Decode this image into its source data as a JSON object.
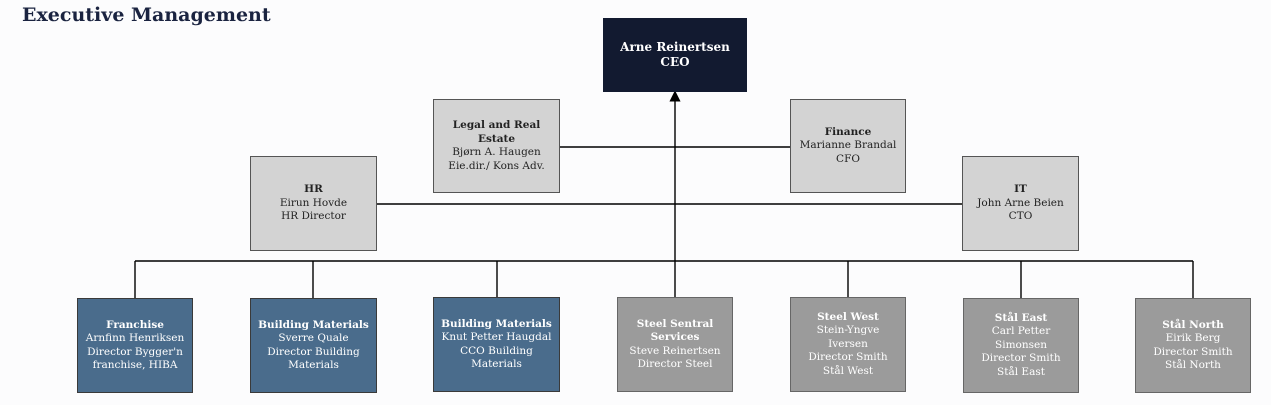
{
  "page": {
    "title": "Executive Management"
  },
  "colors": {
    "ceo_fill": "#121a30",
    "staff_fill": "#d3d3d3",
    "blue_unit_fill": "#4a6c8c",
    "grey_unit_fill": "#9b9b9b",
    "line": "#000000"
  },
  "ceo": {
    "name": "Arne Reinertsen",
    "role": "CEO"
  },
  "legal": {
    "title": "Legal and Real Estate",
    "name": "Bjørn A. Haugen",
    "role": "Eie.dir./ Kons Adv."
  },
  "finance": {
    "title": "Finance",
    "name": "Marianne Brandal",
    "role": "CFO"
  },
  "hr": {
    "title": "HR",
    "name": "Eirun Hovde",
    "role": "HR Director"
  },
  "it": {
    "title": "IT",
    "name": "John Arne Beien",
    "role": "CTO"
  },
  "units": [
    {
      "title": "Franchise",
      "name": "Arnfinn Henriksen",
      "role": "Director Bygger'n franchise, HIBA"
    },
    {
      "title": "Building Materials",
      "name": "Sverre Quale",
      "role": "Director Building Materials"
    },
    {
      "title": "Building Materials",
      "name": "Knut Petter Haugdal",
      "role": "CCO Building Materials"
    },
    {
      "title": "Steel Sentral Services",
      "name": "Steve Reinertsen",
      "role": "Director Steel"
    },
    {
      "title": "Steel West",
      "name": "Stein-Yngve Iversen",
      "role": "Director Smith Stål West"
    },
    {
      "title": "Stål East",
      "name": "Carl Petter Simonsen",
      "role": "Director Smith Stål East"
    },
    {
      "title": "Stål North",
      "name": "Eirik Berg",
      "role": "Director Smith Stål North"
    }
  ]
}
